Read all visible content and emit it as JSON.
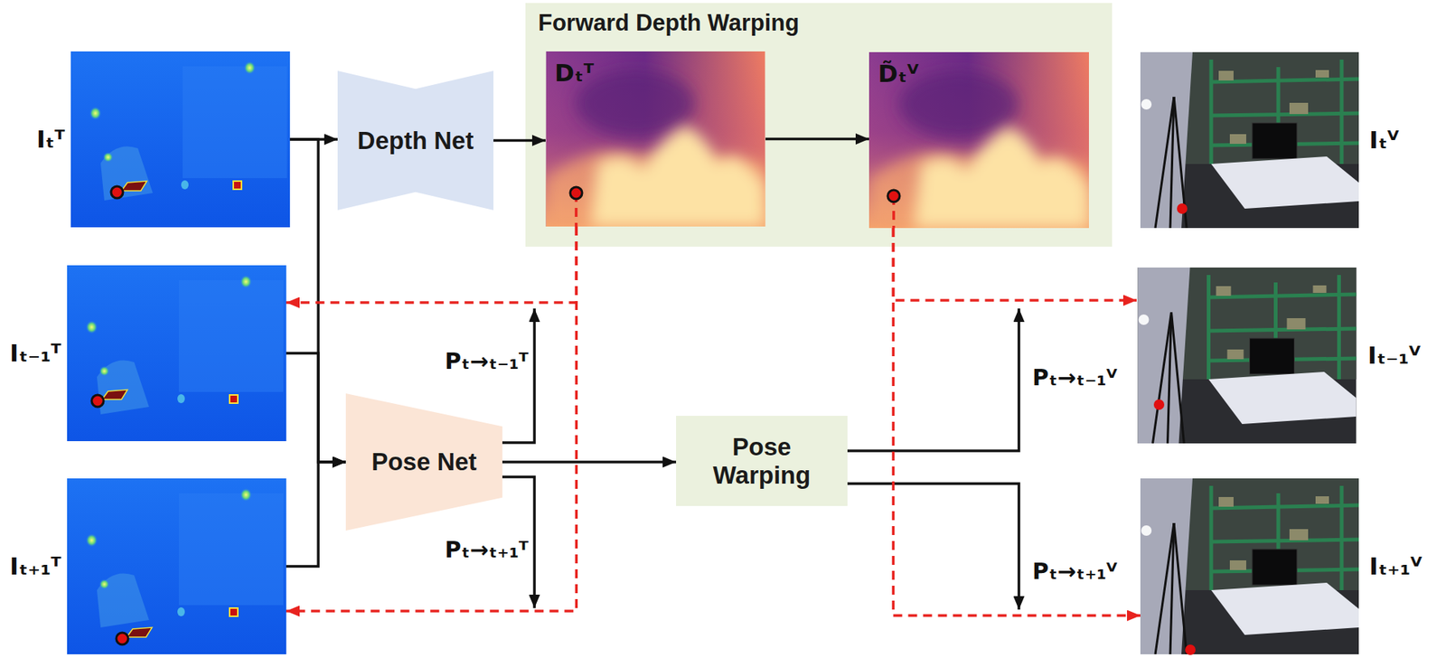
{
  "diagram": {
    "nodes": [
      {
        "text": [
          "Iₜᵀ"
        ]
      },
      {
        "text": [
          "Iₜ₋₁ᵀ"
        ]
      },
      {
        "text": [
          "Iₜ₊₁ᵀ"
        ]
      },
      {
        "text": [
          "Depth Net"
        ]
      },
      {
        "text": [
          "Pose Net"
        ]
      },
      {
        "text": [
          "Forward Depth Warping"
        ]
      },
      {
        "text": [
          "Dₜᵀ"
        ],
        "in": 5
      },
      {
        "text": [
          "D̃ₜⱽ"
        ],
        "in": 5
      },
      {
        "text": [
          "Pose Warping"
        ]
      },
      {
        "text": [
          "Iₜⱽ"
        ]
      },
      {
        "text": [
          "Iₜ₋₁ⱽ"
        ]
      },
      {
        "text": [
          "Iₜ₊₁ⱽ"
        ]
      }
    ],
    "edges": [
      {
        "from": 0,
        "to": 3,
        "arrow": "to"
      },
      {
        "from": 0,
        "to": 4,
        "arrow": "to"
      },
      {
        "from": 1,
        "to": 4,
        "arrow": "to"
      },
      {
        "from": 2,
        "to": 4,
        "arrow": "to"
      },
      {
        "from": 3,
        "to": 6,
        "arrow": "to"
      },
      {
        "from": 6,
        "to": 7,
        "arrow": "to"
      },
      {
        "from": 4,
        "to": 8,
        "arrow": "to"
      },
      {
        "from": 6,
        "to": 1,
        "arrow": "to"
      },
      {
        "from": 6,
        "to": 2,
        "arrow": "to"
      },
      {
        "from": 7,
        "to": 10,
        "arrow": "to"
      },
      {
        "from": 7,
        "to": 11,
        "arrow": "to"
      }
    ],
    "labels": [
      "Pₜ→ₜ₋₁ᵀ",
      "Pₜ→ₜ₊₁ᵀ",
      "Pₜ→ₜ₋₁ⱽ",
      "Pₜ→ₜ₊₁ⱽ"
    ]
  }
}
